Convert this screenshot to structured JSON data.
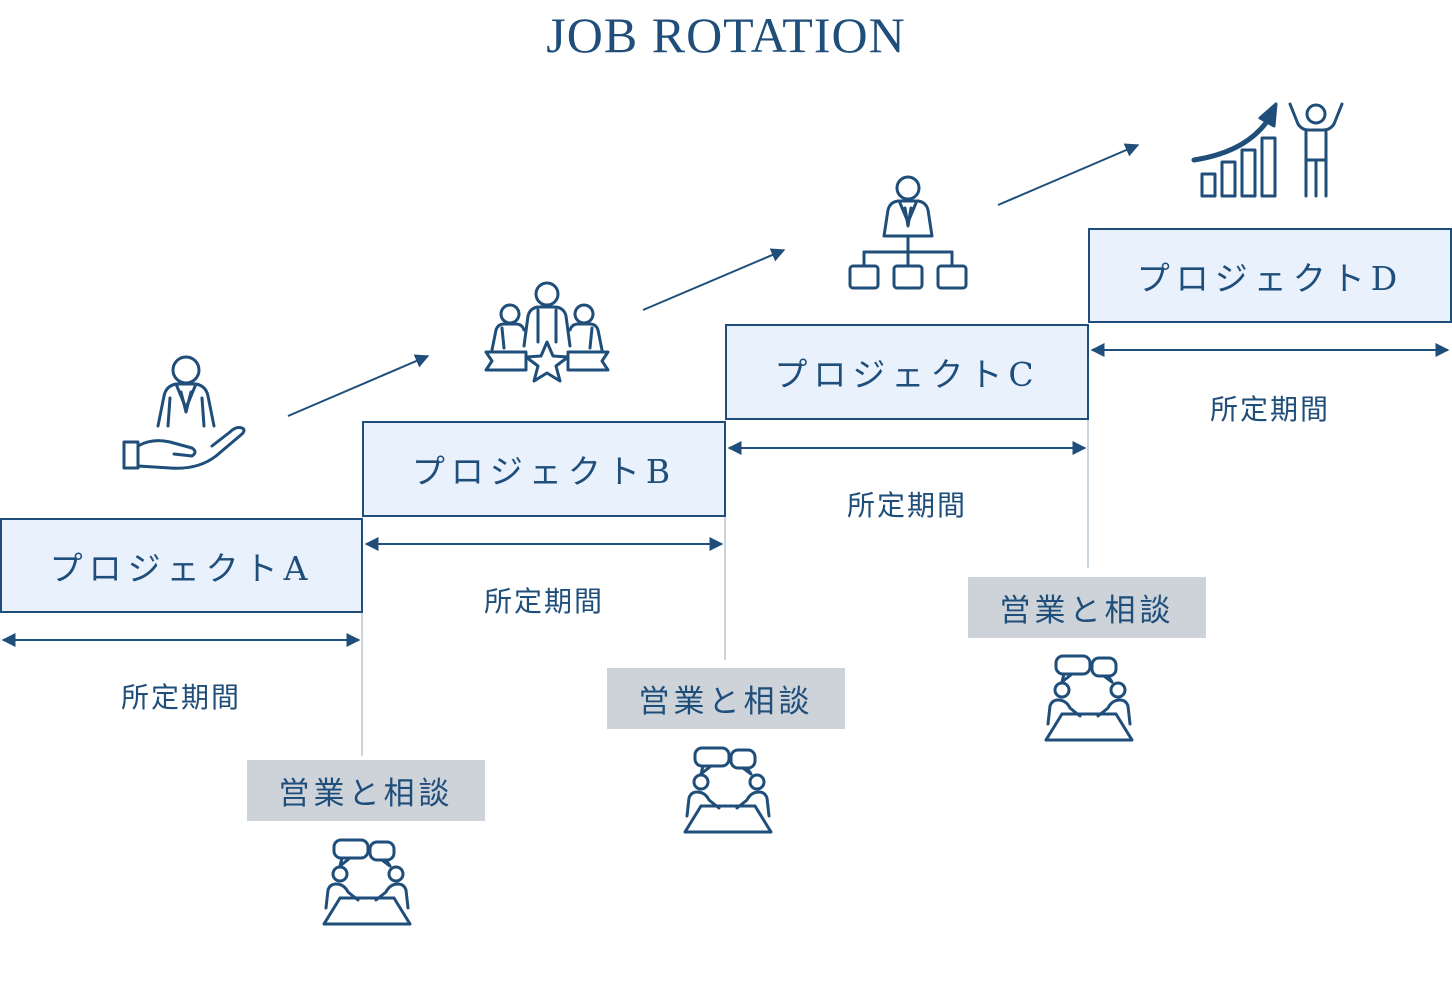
{
  "title": "JOB ROTATION",
  "projects": [
    {
      "label": "プロジェクトA",
      "period": "所定期間"
    },
    {
      "label": "プロジェクトB",
      "period": "所定期間"
    },
    {
      "label": "プロジェクトC",
      "period": "所定期間"
    },
    {
      "label": "プロジェクトD",
      "period": "所定期間"
    }
  ],
  "consultations": [
    {
      "label": "営業と相談"
    },
    {
      "label": "営業と相談"
    },
    {
      "label": "営業と相談"
    }
  ],
  "icons": [
    "person-in-hand-icon",
    "team-star-icon",
    "org-chart-leader-icon",
    "growth-chart-celebration-icon",
    "meeting-discussion-icon"
  ],
  "colors": {
    "primary": "#1f4e7a",
    "project_fill": "#e8f1fc",
    "consult_fill": "#cdd3d9",
    "guide_line": "#b9c6d2"
  }
}
